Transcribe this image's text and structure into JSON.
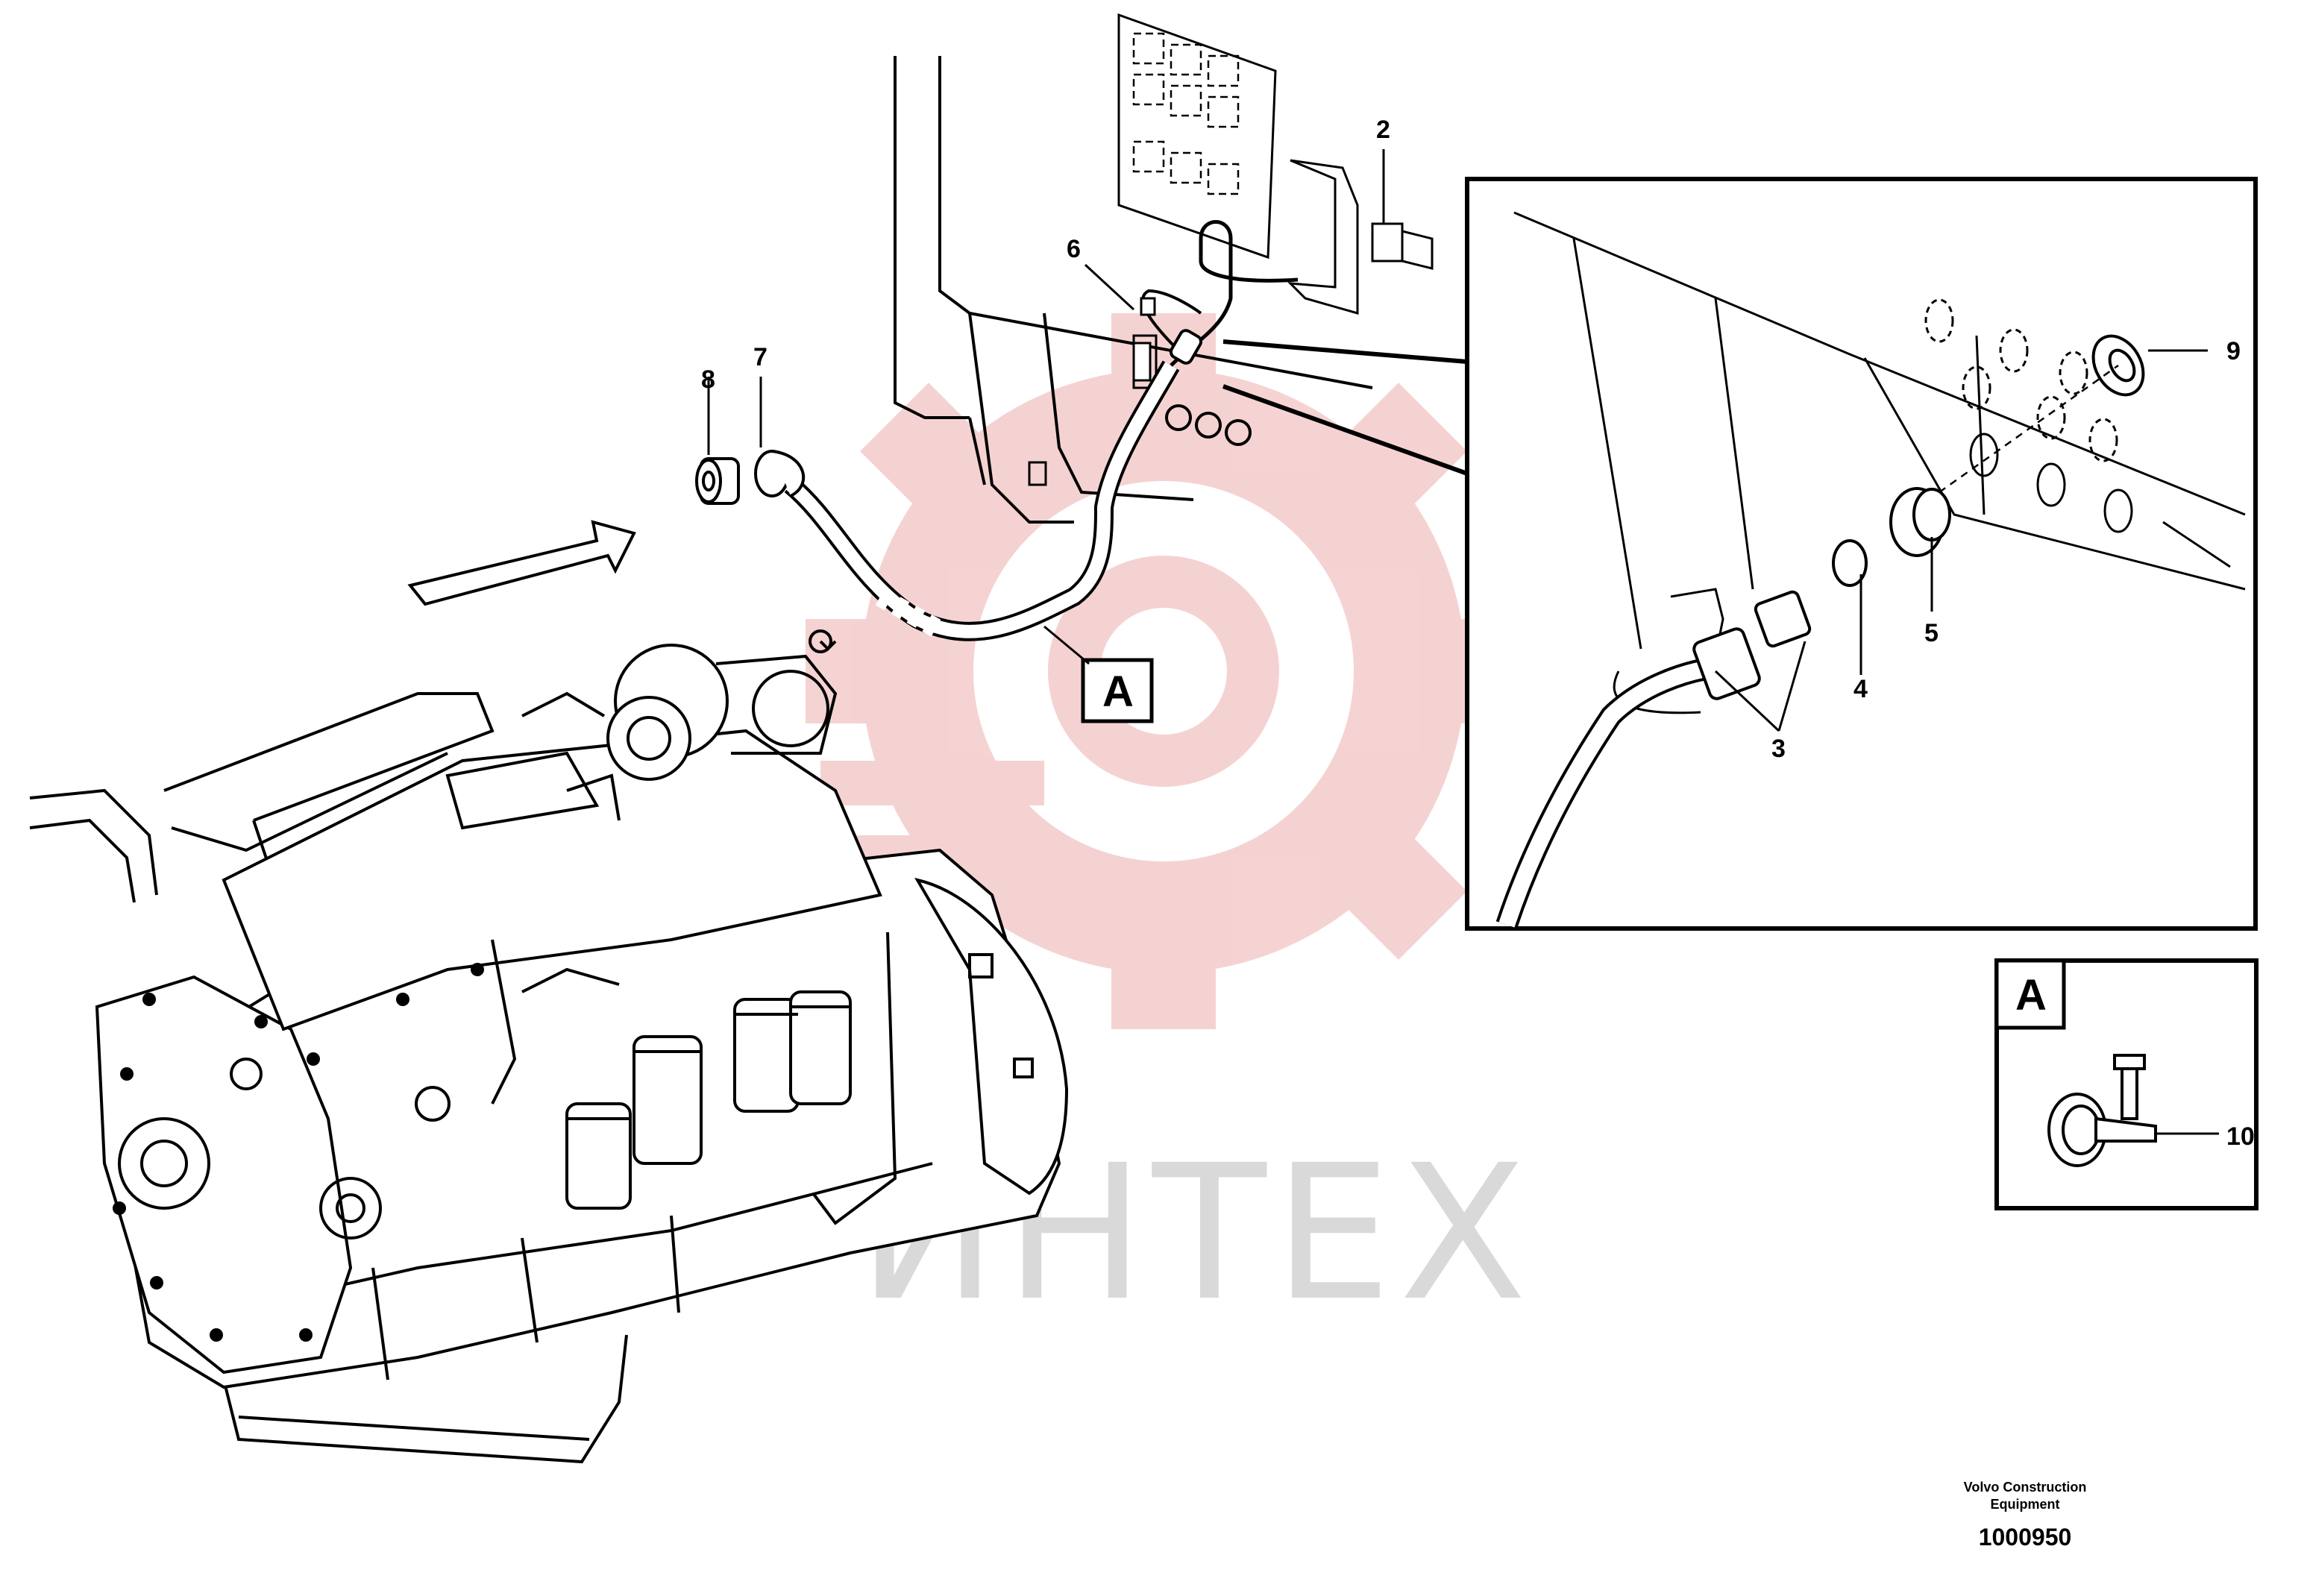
{
  "watermark": {
    "text": "ИНТЕХ",
    "logo_color": "#f2c4c4",
    "text_color": "#d9d9d9"
  },
  "detail_ref": {
    "label": "A"
  },
  "detail_box": {
    "label": "A"
  },
  "callouts": {
    "c2": "2",
    "c3": "3",
    "c4": "4",
    "c5": "5",
    "c6": "6",
    "c7": "7",
    "c8": "8",
    "c9": "9",
    "c10": "10"
  },
  "footer": {
    "company_line1": "Volvo Construction",
    "company_line2": "Equipment",
    "drawing_number": "1000950"
  }
}
